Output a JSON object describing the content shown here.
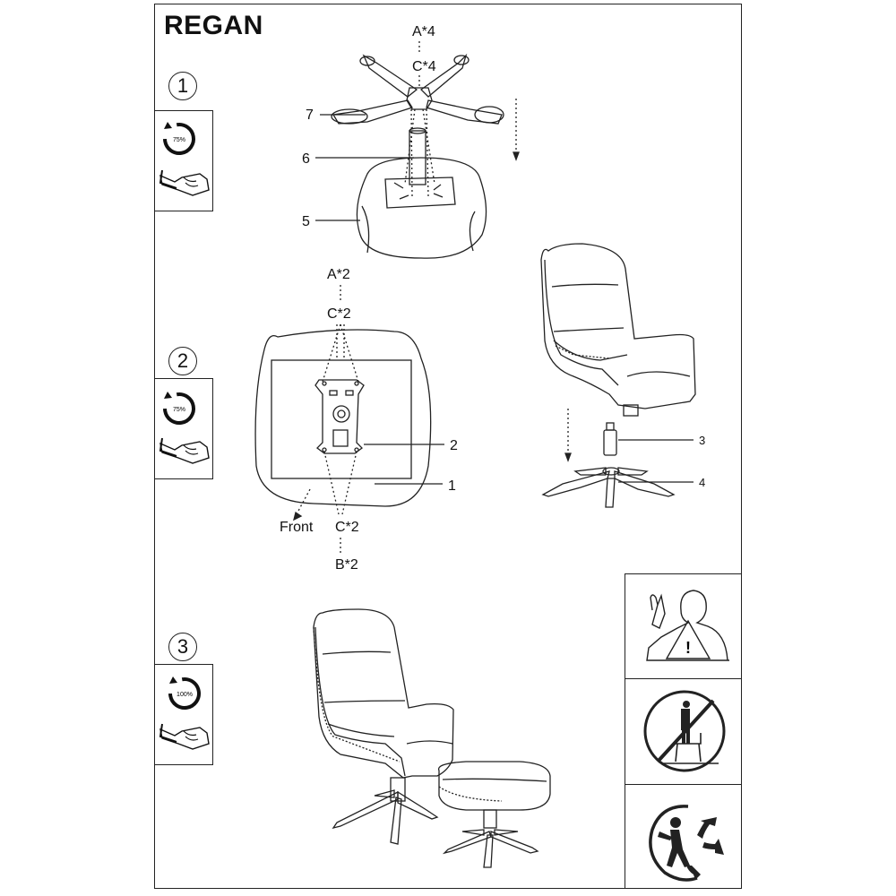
{
  "title": "REGAN",
  "steps": [
    {
      "number": "1",
      "torque": "75%"
    },
    {
      "number": "2",
      "torque": "75%"
    },
    {
      "number": "3",
      "torque": "100%"
    }
  ],
  "step1_labels": {
    "a": "A*4",
    "c": "C*4",
    "p7": "7",
    "p6": "6",
    "p5": "5"
  },
  "step2_labels": {
    "a": "A*2",
    "c_top": "C*2",
    "p2": "2",
    "p1": "1",
    "front": "Front",
    "c_bottom": "C*2",
    "b": "B*2",
    "p3": "3",
    "p4": "4"
  }
}
